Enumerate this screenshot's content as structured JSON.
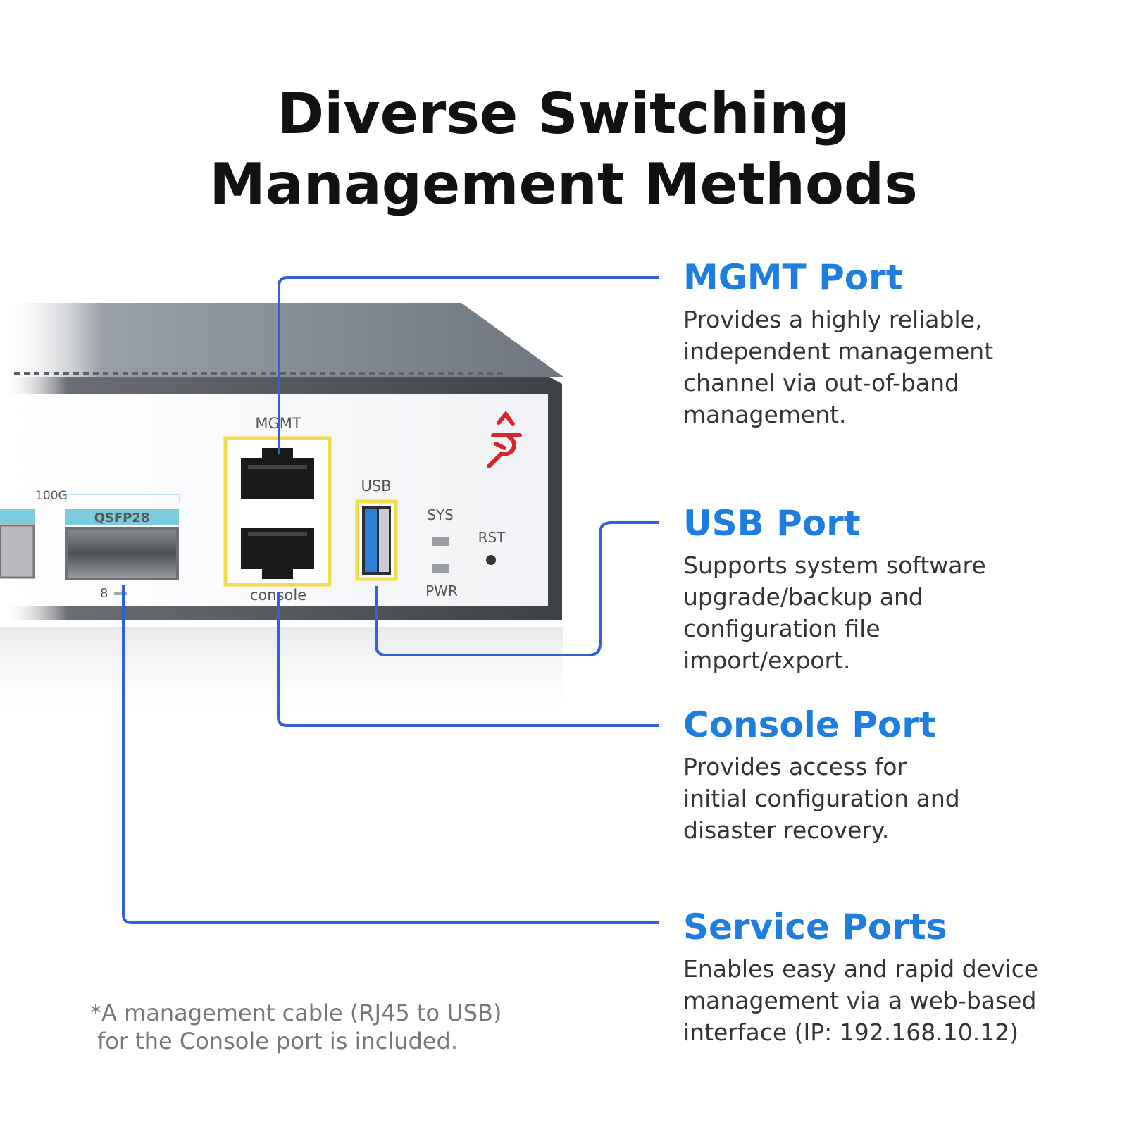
{
  "title": {
    "line1": "Diverse Switching",
    "line2": "Management Methods"
  },
  "features": [
    {
      "heading": "MGMT Port",
      "lines": [
        "Provides a highly reliable,",
        "independent management",
        "channel via out-of-band",
        "management."
      ]
    },
    {
      "heading": "USB Port",
      "lines": [
        "Supports system software",
        "upgrade/backup and",
        "configuration file",
        "import/export."
      ]
    },
    {
      "heading": "Console Port",
      "lines": [
        "Provides access for",
        "initial configuration and",
        "disaster recovery."
      ]
    },
    {
      "heading": "Service Ports",
      "lines": [
        "Enables easy and rapid device",
        "management via a web-based",
        "interface (IP: 192.168.10.12)"
      ]
    }
  ],
  "device_labels": {
    "mgmt": "MGMT",
    "console": "console",
    "usb": "USB",
    "sys": "SYS",
    "pwr": "PWR",
    "rst": "RST",
    "qsfp": "QSFP28",
    "speed": "100G",
    "port_number": "8"
  },
  "footnote": {
    "line1": "*A management cable (RJ45 to USB)",
    "line2": "for the Console port is included."
  },
  "colors": {
    "accent": "#1e7ee0",
    "callout_line": "#3361d8",
    "port_highlight": "#f2dc47",
    "logo_red": "#d7262b"
  },
  "icons": [
    "rj45-port-icon",
    "usb-port-icon",
    "qsfp-port-icon",
    "led-icon",
    "reset-button-icon",
    "brand-logo-icon"
  ]
}
